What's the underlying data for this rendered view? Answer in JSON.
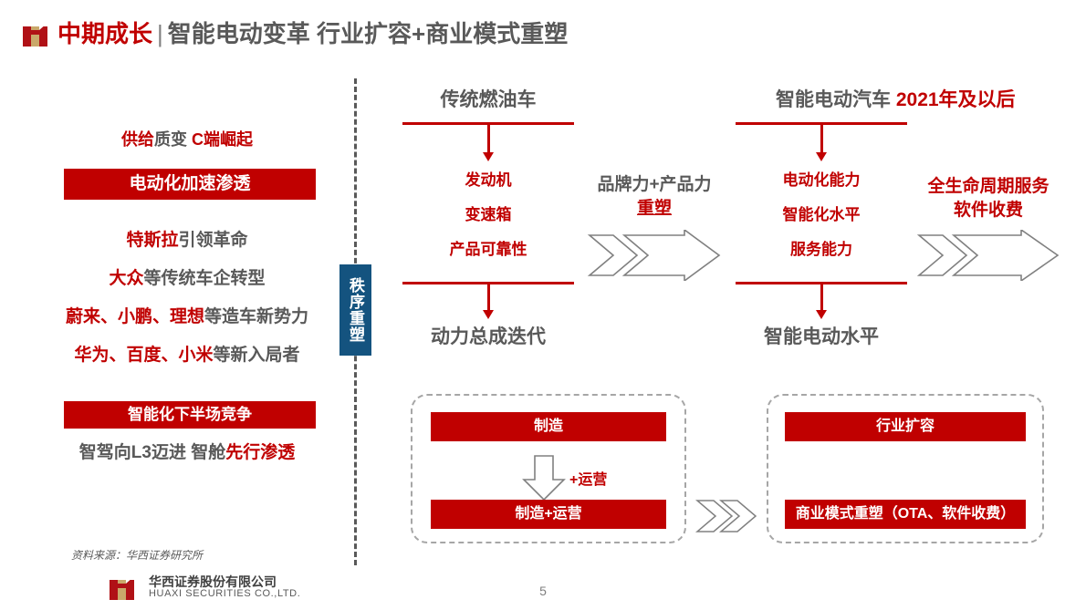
{
  "header": {
    "logo_icon": "huaxi-h-logo-icon",
    "tag": "中期成长",
    "separator": "|",
    "title": "智能电动变革 行业扩容+商业模式重塑"
  },
  "colors": {
    "red": "#C00000",
    "gray": "#595959",
    "blue": "#14537F",
    "dashed_gray": "#A6A6A6",
    "logo_gold": "#C9A86A"
  },
  "left_column": {
    "line1": {
      "a": "供给",
      "b": "质变",
      "c": " C端崛起"
    },
    "banner1": "电动化加速渗透",
    "line2": {
      "a": "特斯拉",
      "b": "引领革命"
    },
    "line3": {
      "a": "大众",
      "b": "等传统车企转型"
    },
    "line4": {
      "a": "蔚来、小鹏、理想",
      "b": "等造车新势力"
    },
    "line5": {
      "a": "华为、百度、小米",
      "b": "等新入局者"
    },
    "banner2": "智能化下半场竞争",
    "line6": {
      "a": "智驾向L3迈进 智舱",
      "b": "先行渗透"
    },
    "source_note": "资料来源：华西证券研究所"
  },
  "divider": {
    "vertical_label": "秩序重塑"
  },
  "flow_left": {
    "title": "传统燃油车",
    "items": [
      "发动机",
      "变速箱",
      "产品可靠性"
    ],
    "bottom_label": "动力总成迭代"
  },
  "flow_right": {
    "title_gray": "智能电动汽车 ",
    "title_red": "2021年及以后",
    "items": [
      "电动化能力",
      "智能化水平",
      "服务能力"
    ],
    "bottom_label": "智能电动水平"
  },
  "arrow_middle": {
    "text_gray": "品牌力+产品力",
    "text_red": "重塑",
    "icon": "right-arrow-icon"
  },
  "arrow_right": {
    "line1": "全生命周期服务",
    "line2": "软件收费",
    "icon": "right-arrow-icon"
  },
  "card_left": {
    "bar_top": "制造",
    "arrow_label": "+运营",
    "bar_bottom": "制造+运营",
    "arrow_icon": "down-arrow-icon"
  },
  "card_right": {
    "bar_top": "行业扩容",
    "bar_bottom": "商业模式重塑（OTA、软件收费）"
  },
  "card_connector": {
    "icon": "right-arrow-icon"
  },
  "footer": {
    "logo_icon": "huaxi-h-logo-icon",
    "company_cn": "华西证券股份有限公司",
    "company_en": "HUAXI SECURITIES CO.,LTD.",
    "page_number": "5"
  }
}
